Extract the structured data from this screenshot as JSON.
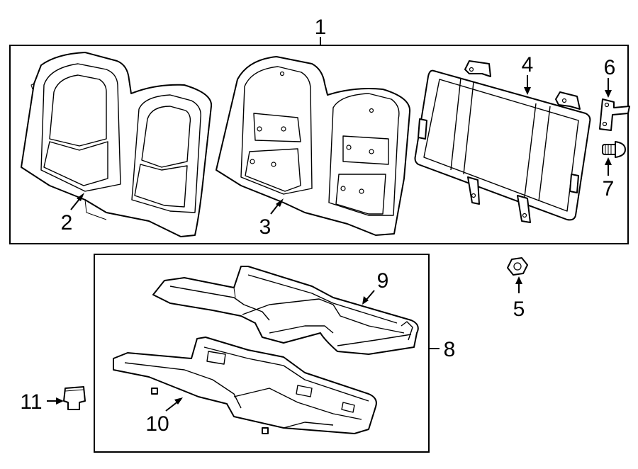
{
  "diagram": {
    "callouts": {
      "c1": "1",
      "c2": "2",
      "c3": "3",
      "c4": "4",
      "c5": "5",
      "c6": "6",
      "c7": "7",
      "c8": "8",
      "c9": "9",
      "c10": "10",
      "c11": "11"
    },
    "parts": [
      {
        "id": "1",
        "name": "seatback-assembly"
      },
      {
        "id": "2",
        "name": "seatback-cover"
      },
      {
        "id": "3",
        "name": "seatback-pad"
      },
      {
        "id": "4",
        "name": "seatback-frame"
      },
      {
        "id": "5",
        "name": "nut"
      },
      {
        "id": "6",
        "name": "bracket"
      },
      {
        "id": "7",
        "name": "bolt"
      },
      {
        "id": "8",
        "name": "cushion-assembly"
      },
      {
        "id": "9",
        "name": "cushion-cover"
      },
      {
        "id": "10",
        "name": "cushion-pad"
      },
      {
        "id": "11",
        "name": "clip"
      }
    ]
  }
}
